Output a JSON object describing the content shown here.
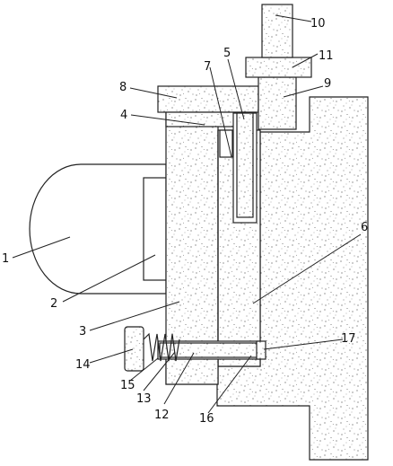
{
  "labels": [
    {
      "id": "1",
      "text": "1"
    },
    {
      "id": "2",
      "text": "2"
    },
    {
      "id": "3",
      "text": "3"
    },
    {
      "id": "4",
      "text": "4"
    },
    {
      "id": "5",
      "text": "5"
    },
    {
      "id": "6",
      "text": "6"
    },
    {
      "id": "7",
      "text": "7"
    },
    {
      "id": "8",
      "text": "8"
    },
    {
      "id": "9",
      "text": "9"
    },
    {
      "id": "10",
      "text": "10"
    },
    {
      "id": "11",
      "text": "11"
    },
    {
      "id": "12",
      "text": "12"
    },
    {
      "id": "13",
      "text": "13"
    },
    {
      "id": "14",
      "text": "14"
    },
    {
      "id": "15",
      "text": "15"
    },
    {
      "id": "16",
      "text": "16"
    },
    {
      "id": "17",
      "text": "17"
    }
  ],
  "colors": {
    "line": "#222222",
    "speckle": "#555555",
    "background": "#ffffff"
  }
}
